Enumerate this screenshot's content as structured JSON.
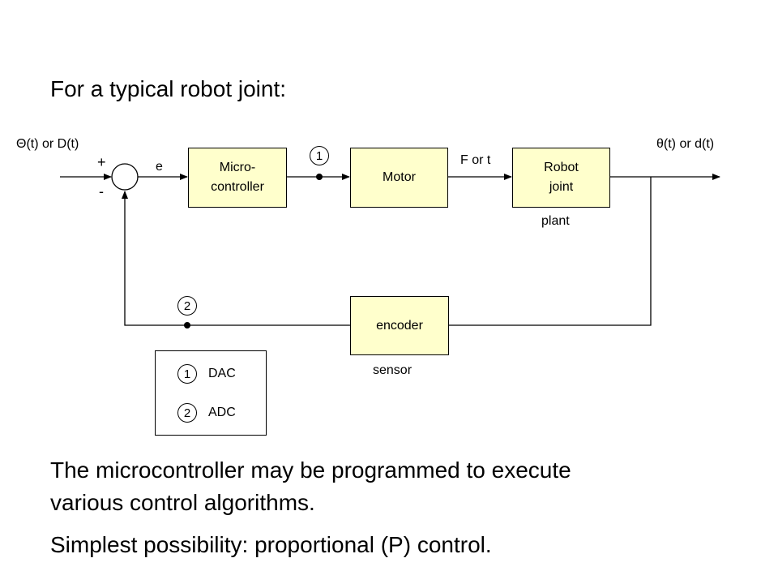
{
  "heading": "For a typical robot joint:",
  "diagram": {
    "input_label": "Θ(t) or D(t)",
    "output_label": "θ(t) or d(t)",
    "plus_sign": "+",
    "minus_sign": "-",
    "error_label": "e",
    "blocks": {
      "microcontroller": [
        "Micro-",
        "controller"
      ],
      "motor": "Motor",
      "robot_joint": [
        "Robot",
        "joint"
      ],
      "encoder": "encoder"
    },
    "signal_label": "F or t",
    "plant_label": "plant",
    "sensor_label": "sensor",
    "marker_1": "1",
    "marker_2": "2"
  },
  "legend": [
    {
      "num": "1",
      "label": "DAC"
    },
    {
      "num": "2",
      "label": "ADC"
    }
  ],
  "paragraphs": {
    "p1_line1": "The microcontroller may be programmed to execute",
    "p1_line2": "various control algorithms.",
    "p2": "Simplest possibility:  proportional (P) control."
  },
  "colors": {
    "block_fill": "#ffffcc",
    "line": "#000000"
  }
}
